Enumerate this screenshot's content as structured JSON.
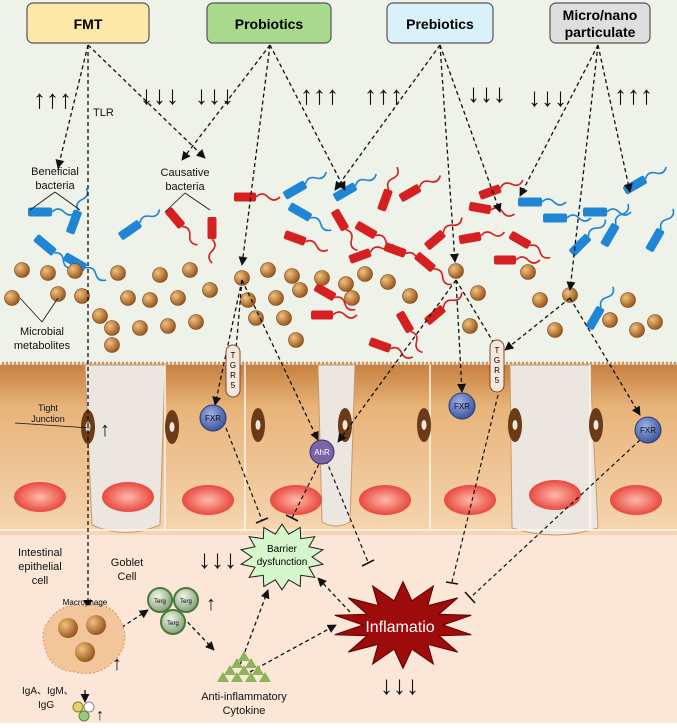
{
  "interventions": [
    {
      "label": "FMT",
      "fill": "#fde9a7"
    },
    {
      "label": "Probiotics",
      "fill": "#a9d98c"
    },
    {
      "label": "Prebiotics",
      "fill": "#d9f1fb"
    },
    {
      "label": "Micro/nano",
      "label2": "particulate",
      "fill": "#dedede"
    }
  ],
  "labels": {
    "tlr": "TLR",
    "beneficial": [
      "Beneficial",
      "bacteria"
    ],
    "causative": [
      "Causative",
      "bacteria"
    ],
    "microbial": [
      "Microbial",
      "metabolites"
    ],
    "tight": [
      "Tight",
      "Junction"
    ],
    "epithelial": [
      "Intestinal",
      "epithelial",
      "cell"
    ],
    "goblet": [
      "Goblet",
      "Cell"
    ],
    "macrophage": "Macrophage",
    "ig": [
      "IgA、IgM、",
      "IgG"
    ],
    "cytokine": [
      "Anti-inflammatory",
      "Cytokine"
    ],
    "barrier": [
      "Barrier",
      "dysfunction"
    ],
    "inflammation": "Inflamatio",
    "tgr5": [
      "T",
      "G",
      "R",
      "5"
    ],
    "fxr": "FXR",
    "ahr": "AhR",
    "treg": "Terg"
  },
  "trends": {
    "triple_up": "↑↑↑",
    "triple_down": "↓↓↓",
    "up": "↑"
  },
  "colors": {
    "beneficial": "#1f86d6",
    "causative": "#d42020",
    "metabolite": "#b06a2a",
    "epithelium": "#e9b57c",
    "goblet": "#ece6e0",
    "nucleus": "#e8403a",
    "barrier_star": "#d6f7cc",
    "inflammation": "#9e0b0b",
    "receptor": "#4b62a8"
  }
}
